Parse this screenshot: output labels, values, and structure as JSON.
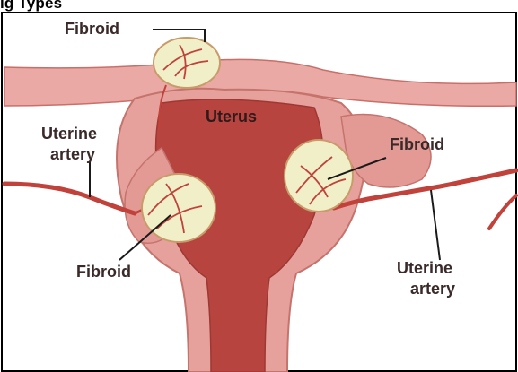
{
  "header": {
    "title": "ig Types"
  },
  "labels": {
    "fibroid_top": "Fibroid",
    "uterus": "Uterus",
    "uterine_artery_left_line1": "Uterine",
    "uterine_artery_left_line2": "artery",
    "fibroid_right": "Fibroid",
    "fibroid_bottom_left": "Fibroid",
    "uterine_artery_right_line1": "Uterine",
    "uterine_artery_right_line2": "artery"
  },
  "colors": {
    "border": "#000000",
    "uterus_outer": "#e39a95",
    "uterus_inner": "#b8443f",
    "fibroid_fill": "#f1efc8",
    "fibroid_stroke": "#c89b6a",
    "vessel": "#c0423b",
    "label_text": "#3a2a2a"
  }
}
